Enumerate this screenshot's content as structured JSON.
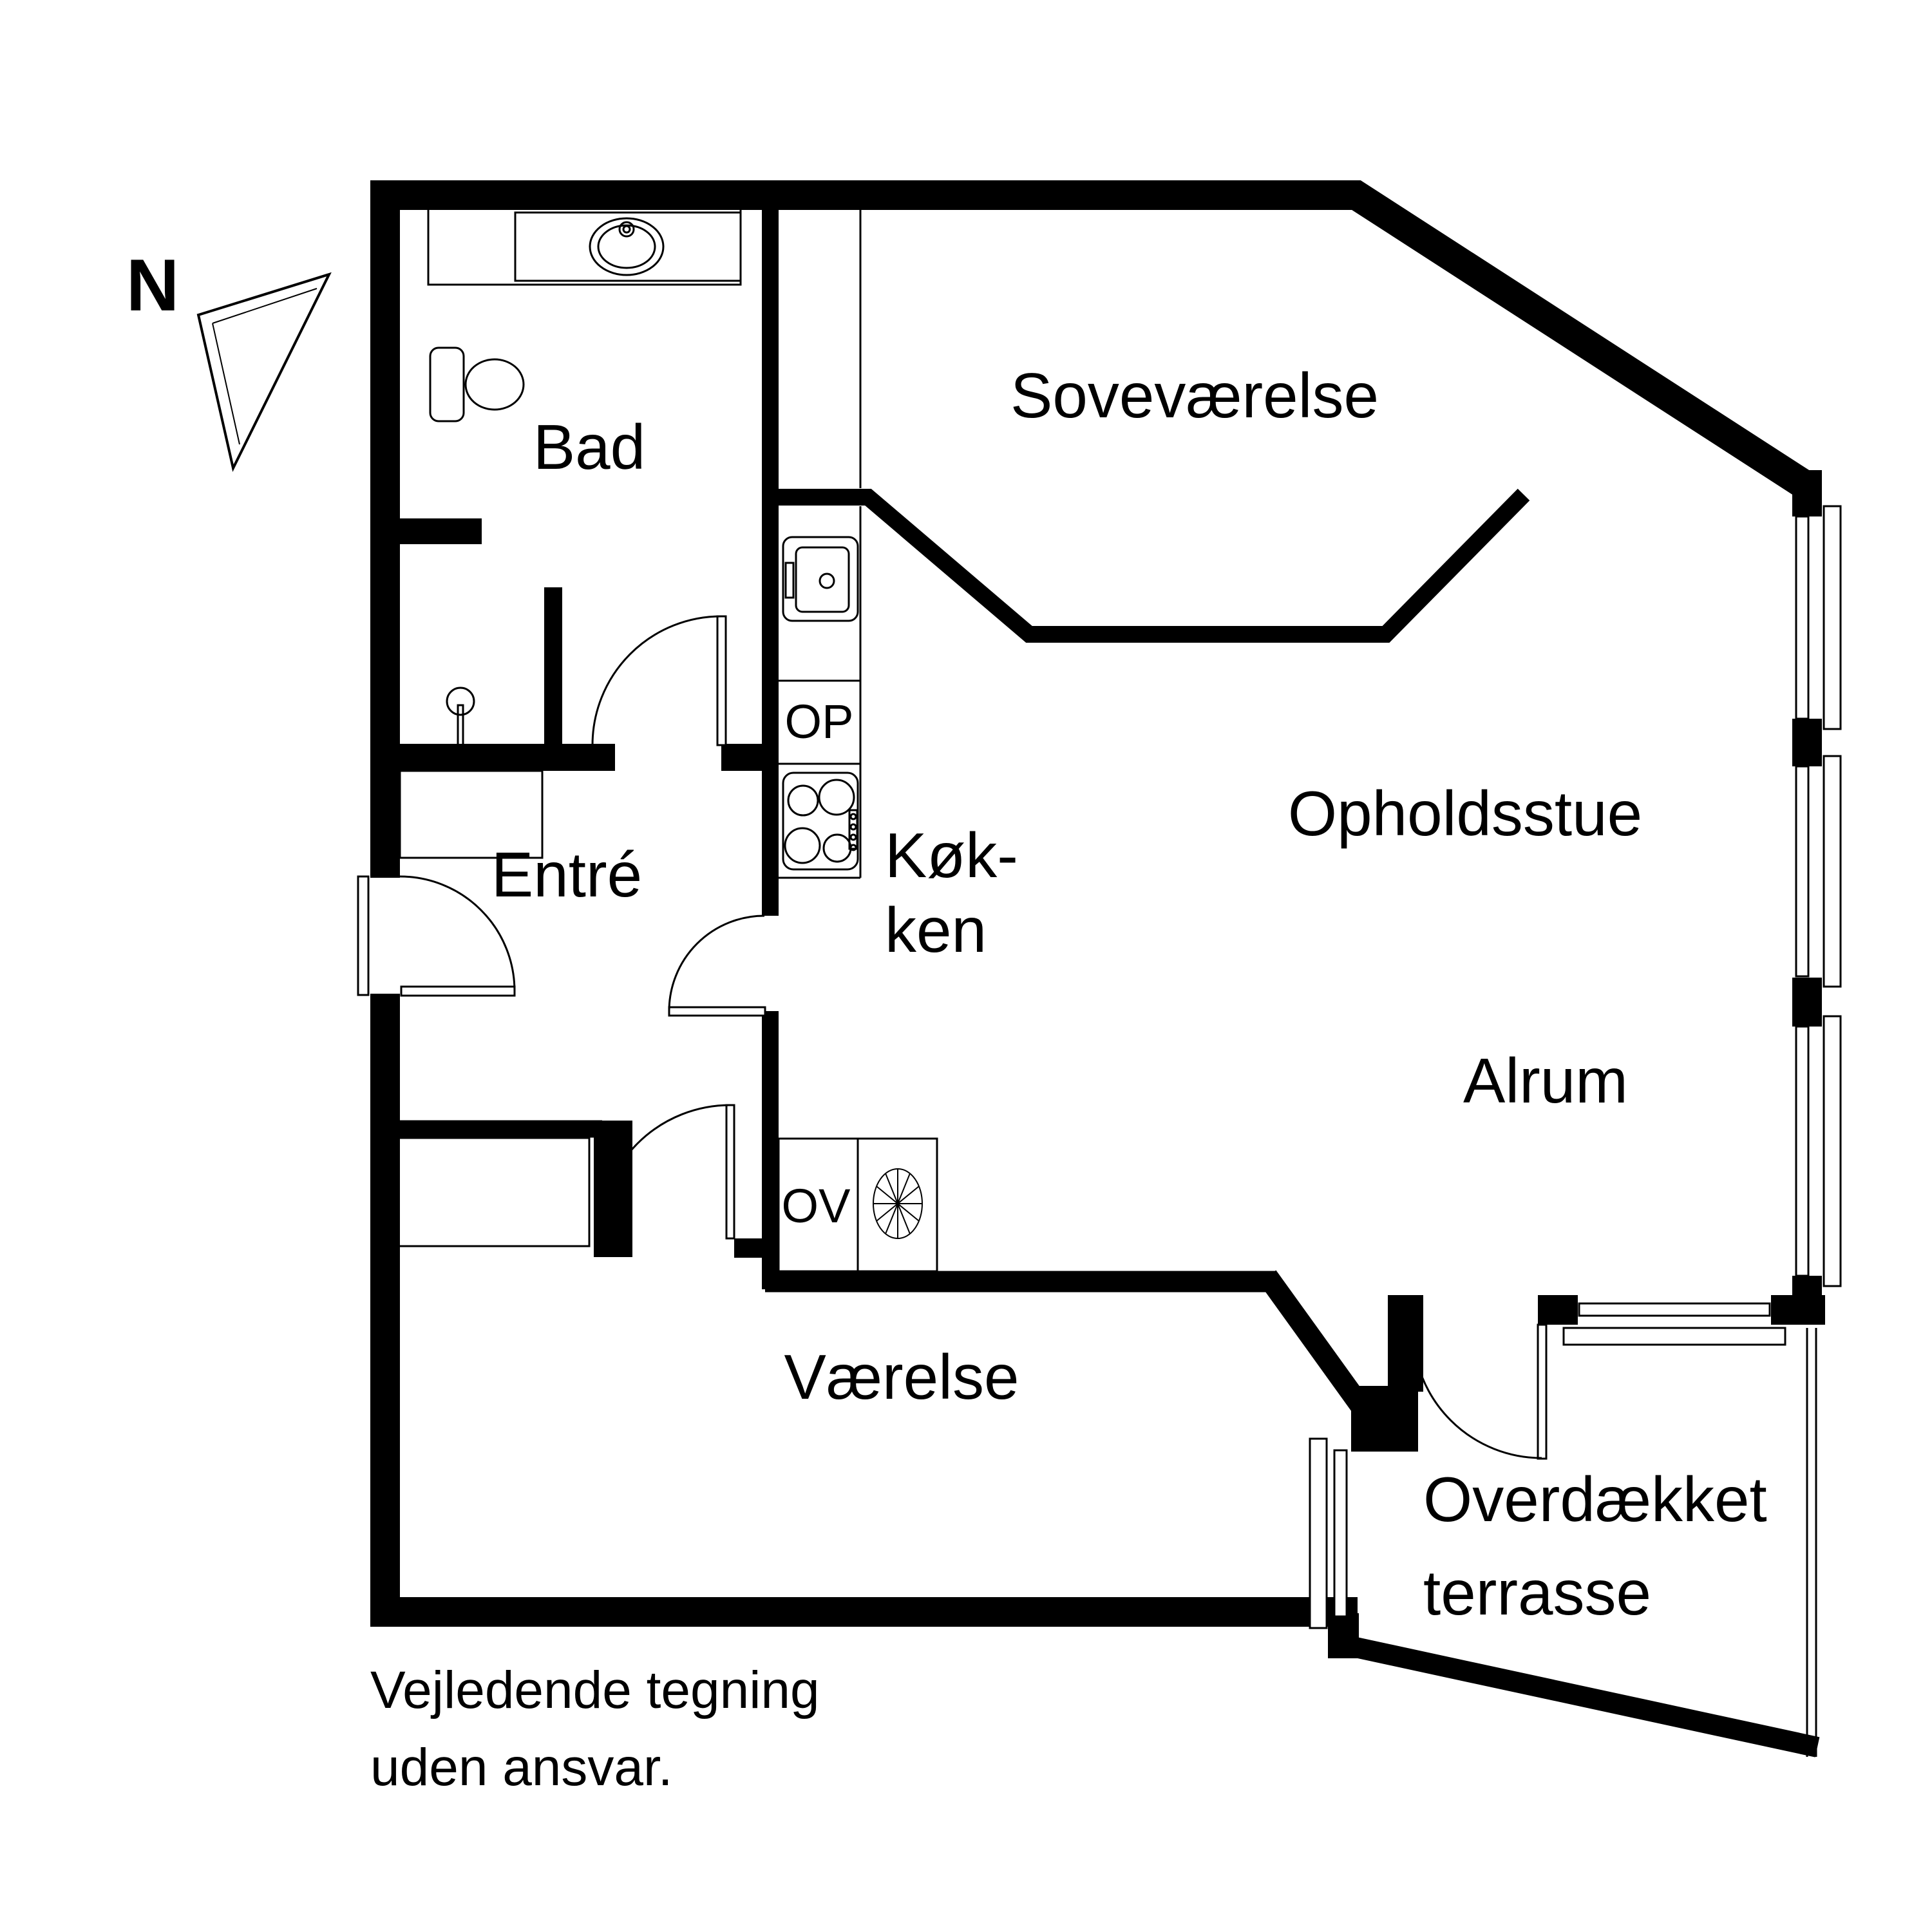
{
  "compass": {
    "label": "N"
  },
  "rooms": {
    "sovevaerelse": {
      "label": "Soveværelse"
    },
    "bad": {
      "label": "Bad"
    },
    "entre": {
      "label": "Entré"
    },
    "koekken": {
      "line1": "Køk-",
      "line2": "ken"
    },
    "opholdsstue": {
      "label": "Opholdsstue"
    },
    "alrum": {
      "label": "Alrum"
    },
    "vaerelse": {
      "label": "Værelse"
    },
    "terrasse": {
      "line1": "Overdækket",
      "line2": "terrasse"
    }
  },
  "appliances": {
    "op": "OP",
    "ov": "OV"
  },
  "disclaimer": {
    "line1": "Vejledende tegning",
    "line2": "uden ansvar."
  },
  "colors": {
    "wall": "#000000",
    "background": "#ffffff",
    "line": "#000000"
  }
}
